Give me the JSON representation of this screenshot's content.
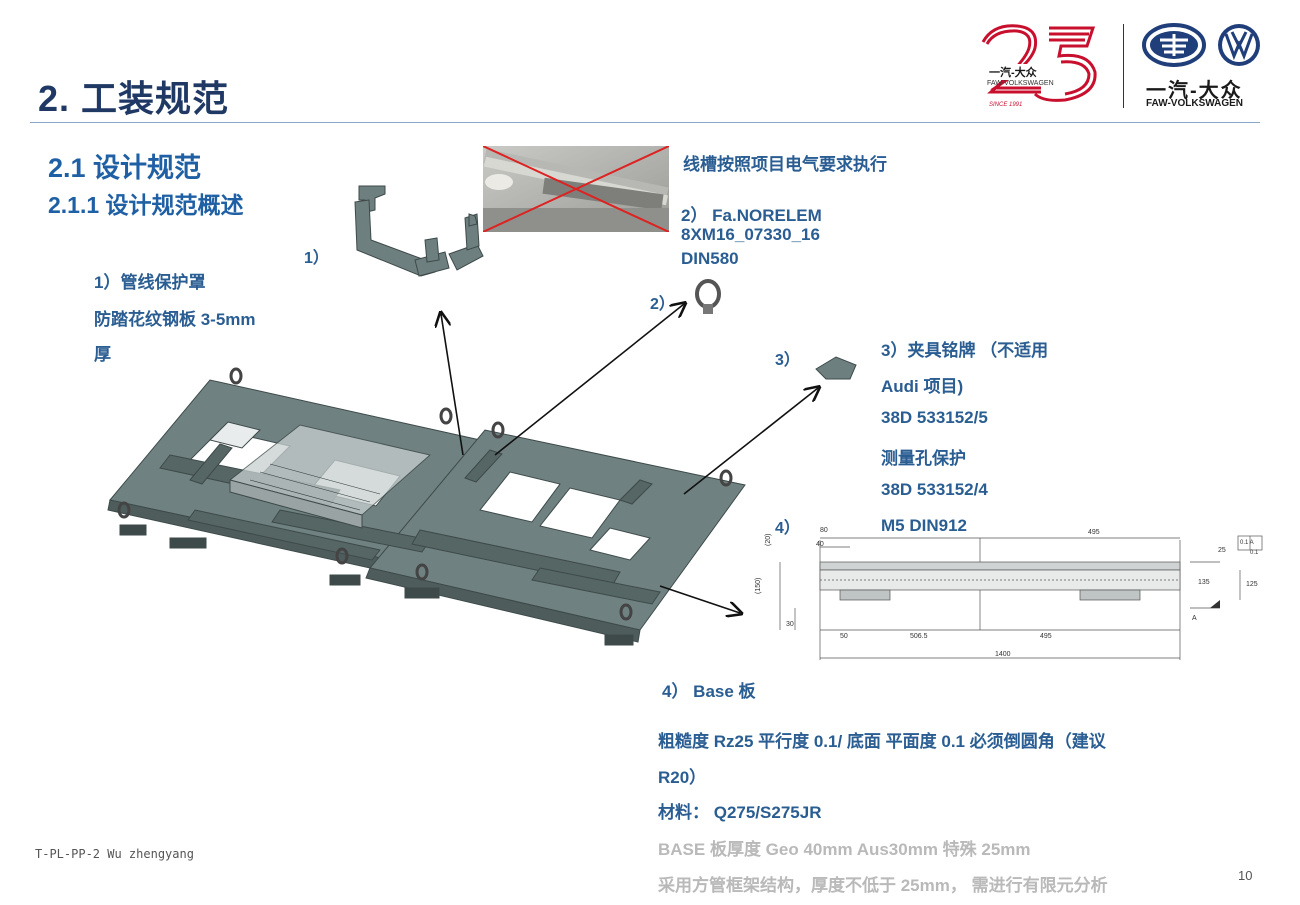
{
  "header": {
    "title": "2. 工装规范",
    "logo_since": "SINCE 1991",
    "logo_brand_small": "FAW-VOLKSWAGEN",
    "logo_cn": "一汽-大众",
    "logo_en": "FAW-VOLKSWAGEN",
    "logo_anniv_cn": "一汽-大众"
  },
  "section": {
    "h2": "2.1  设计规范",
    "h3": "2.1.1 设计规范概述"
  },
  "callouts": {
    "c1_marker": "1）",
    "c2_marker": "2）",
    "c3_marker": "3）",
    "c4_marker": "4）",
    "cable_note": "线槽按照项目电气要求执行",
    "item2_line1": "2）  Fa.NORELEM",
    "item2_line2": "8XM16_07330_16",
    "item2_line3": "DIN580",
    "item1_line1": "1）管线保护罩",
    "item1_line2": "防踏花纹钢板  3-5mm",
    "item1_line3": "厚",
    "item3_line1": "3）夹具铭牌  （不适用",
    "item3_line2": "Audi 项目)",
    "item3_line3": "38D 533152/5",
    "item3_line4": "测量孔保护",
    "item3_line5": "38D 533152/4",
    "item3_line6": "M5 DIN912",
    "item4_title": "4）  Base 板",
    "item4_line1": "粗糙度  Rz25  平行度 0.1/ 底面  平面度 0.1  必须倒圆角（建议",
    "item4_line2": "R20）",
    "item4_line3": "材料：  Q275/S275JR",
    "item4_line4": "BASE 板厚度  Geo 40mm Aus30mm  特殊 25mm",
    "item4_line5": "采用方管框架结构，厚度不低于 25mm， 需进行有限元分析"
  },
  "drawing": {
    "dim_80": "80",
    "dim_40": "40",
    "dim_495_top": "495",
    "dim_50": "50",
    "dim_506": "506.5",
    "dim_495_bot": "495",
    "dim_1400": "1400",
    "dim_30": "30",
    "dim_135": "135",
    "dim_125": "125",
    "dim_25": "25",
    "dim_tol1": "0.1 A",
    "dim_tol2": "0.1",
    "dim_20": "(20)",
    "dim_150": "(150)",
    "datum": "A"
  },
  "footer": {
    "author": "T-PL-PP-2 Wu zhengyang",
    "page": "10"
  },
  "colors": {
    "title": "#1f3864",
    "heading": "#1f5fa4",
    "body": "#2a5d92",
    "muted": "#b9b9b9",
    "logo_red": "#c8102e",
    "plate": "#6e7f7f"
  }
}
